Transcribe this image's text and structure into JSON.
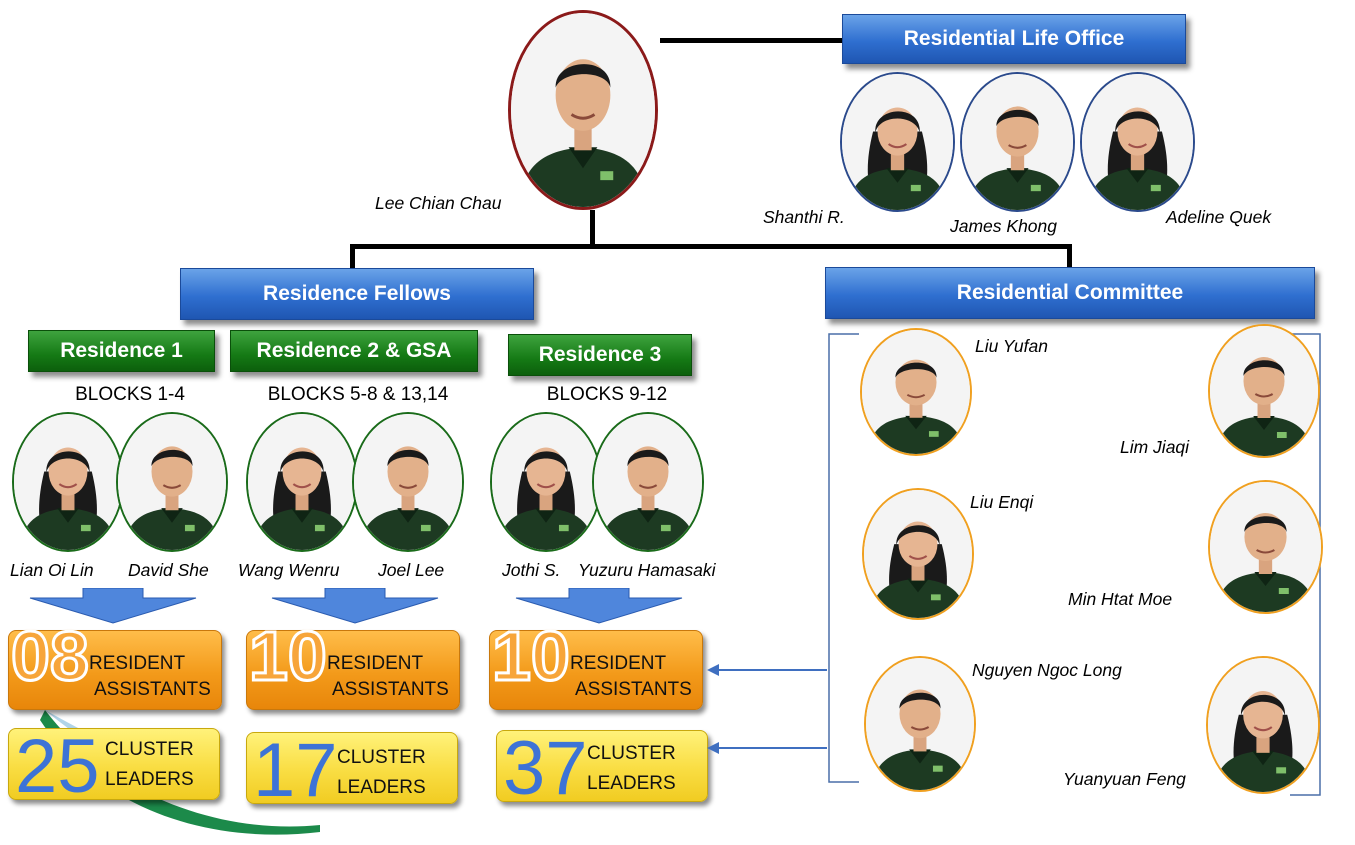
{
  "head": {
    "name": "Lee Chian Chau"
  },
  "residential_life_office": {
    "title": "Residential Life Office",
    "members": [
      "Shanthi R.",
      "James Khong",
      "Adeline Quek"
    ]
  },
  "residence_fellows": {
    "title": "Residence Fellows",
    "residences": [
      {
        "label": "Residence 1",
        "blocks": "BLOCKS 1-4",
        "fellows": [
          "Lian Oi Lin",
          "David She"
        ],
        "ra_count": "08",
        "ra_label_1": "RESIDENT",
        "ra_label_2": "ASSISTANTS",
        "cl_count": "25",
        "cl_label_1": "CLUSTER",
        "cl_label_2": "LEADERS"
      },
      {
        "label": "Residence 2 & GSA",
        "blocks": "BLOCKS 5-8 & 13,14",
        "fellows": [
          "Wang Wenru",
          "Joel Lee"
        ],
        "ra_count": "10",
        "ra_label_1": "RESIDENT",
        "ra_label_2": "ASSISTANTS",
        "cl_count": "17",
        "cl_label_1": "CLUSTER",
        "cl_label_2": "LEADERS"
      },
      {
        "label": "Residence 3",
        "blocks": "BLOCKS 9-12",
        "fellows": [
          "Jothi S.",
          "Yuzuru Hamasaki"
        ],
        "ra_count": "10",
        "ra_label_1": "RESIDENT",
        "ra_label_2": "ASSISTANTS",
        "cl_count": "37",
        "cl_label_1": "CLUSTER",
        "cl_label_2": "LEADERS"
      }
    ]
  },
  "residential_committee": {
    "title": "Residential Committee",
    "members": [
      "Liu Yufan",
      "Lim Jiaqi",
      "Liu Enqi",
      "Min Htat Moe",
      "Nguyen Ngoc Long",
      "Yuanyuan Feng"
    ]
  },
  "colors": {
    "banner_blue": "#2f6fd0",
    "banner_green": "#157a15",
    "ra_orange": "#f39a1a",
    "cl_yellow": "#f9dd42",
    "committee_ring": "#f0a020",
    "office_ring": "#2b4a8c",
    "fellow_ring": "#1a6b1a",
    "head_ring": "#8b1a1a",
    "shirt_green": "#1d3a22"
  }
}
